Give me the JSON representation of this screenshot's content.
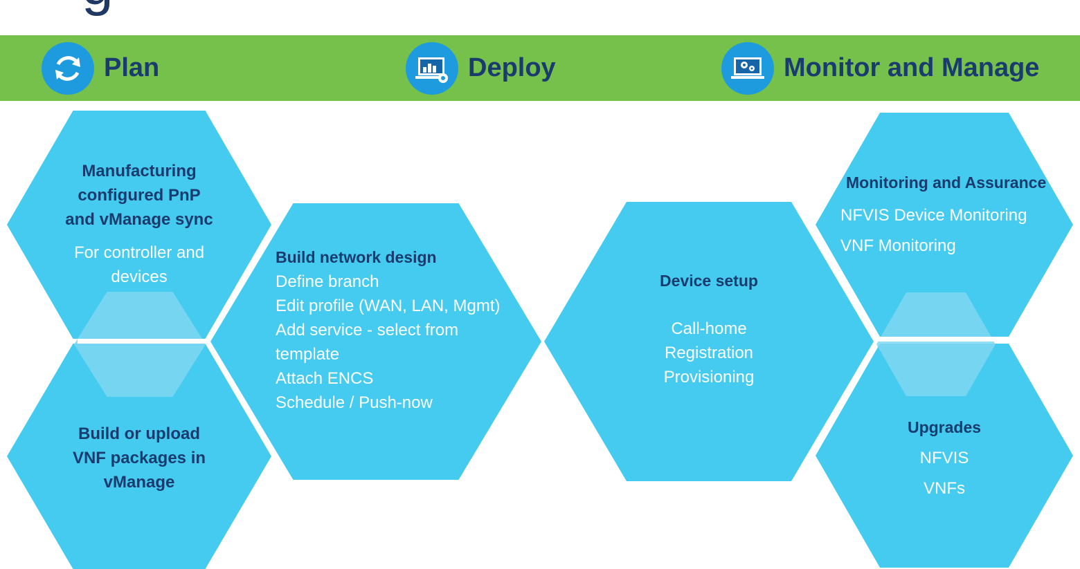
{
  "title_fragment": "g",
  "phases": [
    {
      "label": "Plan",
      "icon": "refresh-cycle-icon"
    },
    {
      "label": "Deploy",
      "icon": "laptop-chart-gear-icon"
    },
    {
      "label": "Monitor and Manage",
      "icon": "laptop-gears-icon"
    }
  ],
  "plan": {
    "manufacturing": {
      "heading": [
        "Manufacturing",
        "configured PnP",
        "and vManage sync"
      ],
      "body": [
        "For controller and",
        "devices"
      ]
    },
    "vnf_packages": {
      "heading": [
        "Build or upload",
        "VNF packages in",
        "vManage"
      ]
    },
    "network_design": {
      "heading": "Build network design",
      "lines": [
        "Define branch",
        "Edit profile (WAN, LAN, Mgmt)",
        "Add service - select from",
        "template",
        "Attach ENCS",
        "Schedule / Push-now"
      ]
    }
  },
  "deploy": {
    "device_setup": {
      "heading": "Device setup",
      "lines": [
        "Call-home",
        "Registration",
        "Provisioning"
      ]
    }
  },
  "monitor": {
    "monitoring": {
      "heading": "Monitoring and Assurance",
      "lines": [
        "NFVIS Device Monitoring",
        "VNF Monitoring"
      ]
    },
    "upgrades": {
      "heading": "Upgrades",
      "lines": [
        "NFVIS",
        "VNFs"
      ]
    }
  },
  "colors": {
    "banner": "#76c04c",
    "hexagon": "#44cbef",
    "icon_circle": "#1e9bde",
    "heading_text": "#1a3b6e",
    "body_text": "#ffffff"
  }
}
